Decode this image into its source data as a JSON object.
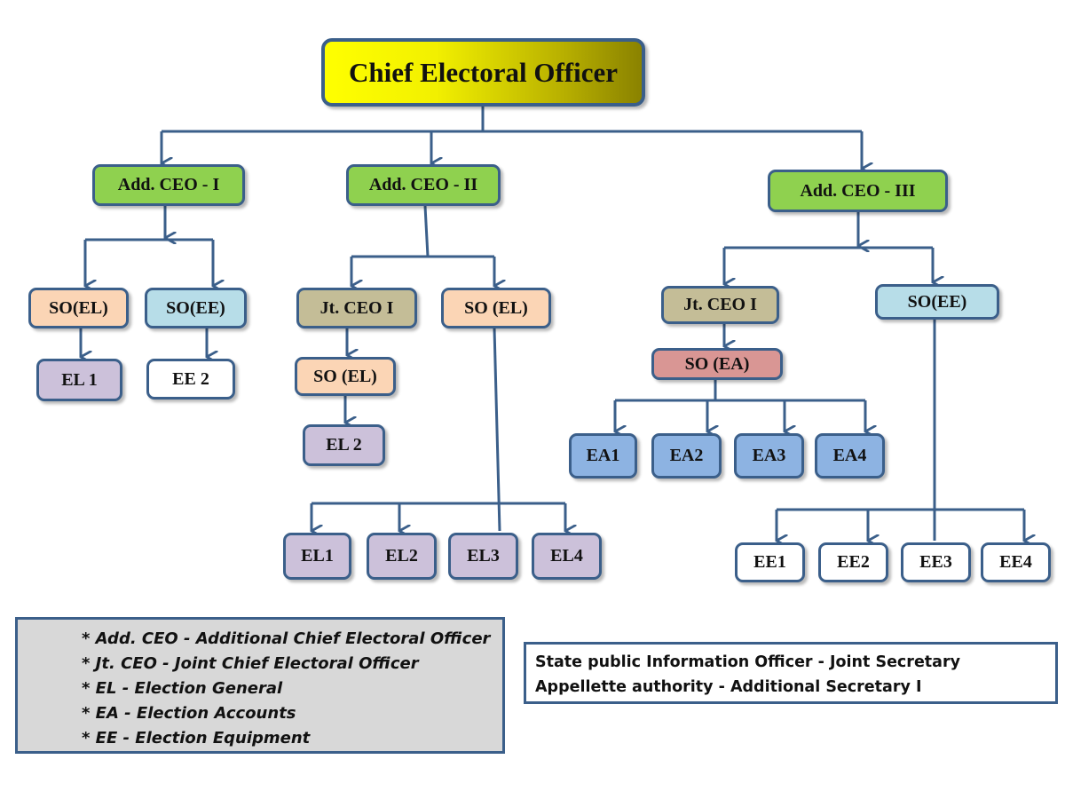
{
  "diagram": {
    "colors": {
      "connector": "#3b5f8a",
      "add_ceo": "#8fd14f",
      "so_el": "#fbd5b5",
      "so_ee": "#b7dde8",
      "jt_ceo": "#c4bd97",
      "so_ea": "#d99694",
      "el": "#ccc1da",
      "ea": "#8db3e2",
      "ee": "#ffffff",
      "legend_bg": "#d8d8d8"
    },
    "nodes": {
      "root": "Chief Electoral Officer",
      "add_ceo_1": "Add. CEO - I",
      "add_ceo_2": "Add. CEO - II",
      "add_ceo_3": "Add. CEO - III",
      "so_el_1": "SO(EL)",
      "so_ee_1": "SO(EE)",
      "el_1": "EL 1",
      "ee_2": "EE 2",
      "jt_ceo_1_left": "Jt. CEO I",
      "so_el_2": "SO (EL)",
      "so_el_3": "SO (EL)",
      "el_2": "EL 2",
      "el1": "EL1",
      "el2": "EL2",
      "el3": "EL3",
      "el4": "EL4",
      "jt_ceo_1_right": "Jt. CEO I",
      "so_ee_2": "SO(EE)",
      "so_ea": "SO (EA)",
      "ea1": "EA1",
      "ea2": "EA2",
      "ea3": "EA3",
      "ea4": "EA4",
      "ee1": "EE1",
      "ee2": "EE2",
      "ee3": "EE3",
      "ee4": "EE4"
    },
    "legend": [
      "* Add. CEO - Additional  Chief Electoral Officer",
      "* Jt. CEO - Joint Chief Electoral Officer",
      "* EL  - Election General",
      "* EA - Election Accounts",
      "* EE - Election Equipment"
    ],
    "info": [
      "State public Information Officer - Joint Secretary",
      "Appellette authority - Additional Secretary I"
    ]
  }
}
